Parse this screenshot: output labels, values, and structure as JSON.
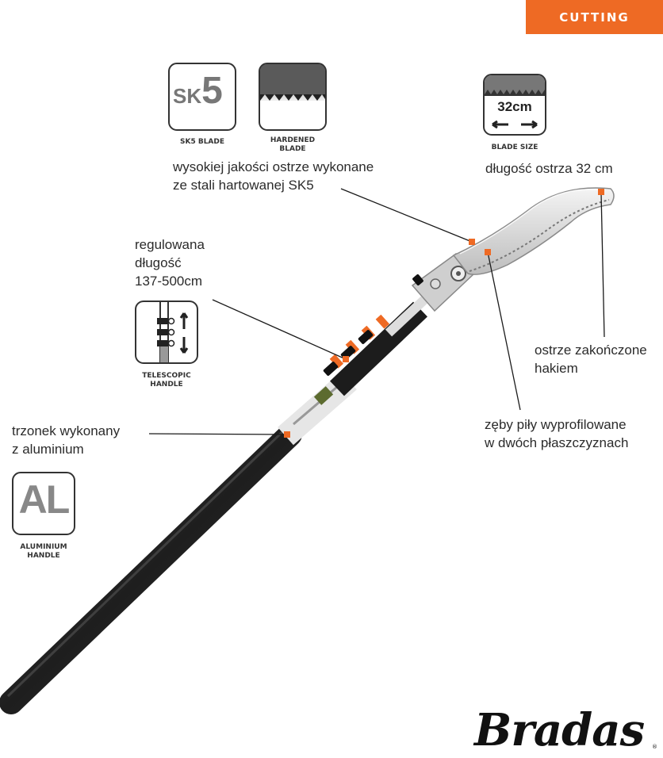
{
  "category_tag": "CUTTING",
  "icons": {
    "sk5": {
      "small": "SK",
      "big": "5",
      "caption": "SK5 BLADE"
    },
    "hardened": {
      "caption_line1": "HARDENED",
      "caption_line2": "BLADE"
    },
    "blade_size": {
      "value": "32cm",
      "caption": "BLADE SIZE"
    },
    "telescopic": {
      "caption_line1": "TELESCOPIC",
      "caption_line2": "HANDLE"
    },
    "aluminium": {
      "text": "AL",
      "caption_line1": "ALUMINIUM",
      "caption_line2": "HANDLE"
    }
  },
  "notes": {
    "blade_quality": {
      "line1": "wysokiej jakości ostrze wykonane",
      "line2": "ze stali hartowanej SK5"
    },
    "blade_length": "długość ostrza 32 cm",
    "adjustable_length": {
      "line1": "regulowana",
      "line2": "długość",
      "line3": "137-500cm"
    },
    "hook_tip": {
      "line1": "ostrze zakończone",
      "line2": "hakiem"
    },
    "teeth": {
      "line1": "zęby piły wyprofilowane",
      "line2": "w dwóch płaszczyznach"
    },
    "shaft": {
      "line1": "trzonek wykonany",
      "line2": "z aluminium"
    }
  },
  "brand": {
    "name": "Bradas",
    "registered": "®"
  },
  "colors": {
    "accent": "#ee6a24",
    "shaft": "#2a2a2a",
    "blade": "#d9d9d9"
  }
}
